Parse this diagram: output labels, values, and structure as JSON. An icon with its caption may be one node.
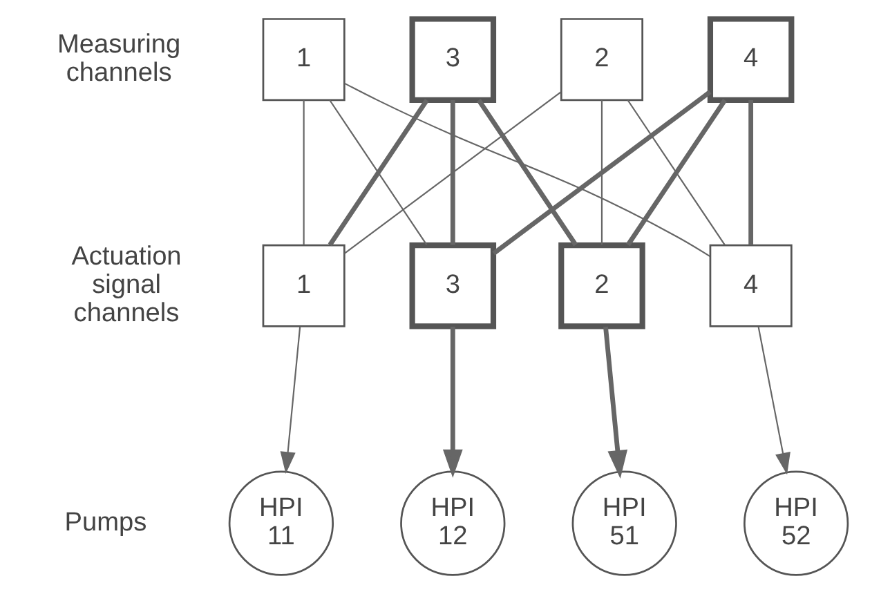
{
  "diagram": {
    "nodes": [
      {
        "text": [
          "1"
        ]
      },
      {
        "text": [
          "3"
        ]
      },
      {
        "text": [
          "2"
        ]
      },
      {
        "text": [
          "4"
        ]
      },
      {
        "text": [
          "1"
        ]
      },
      {
        "text": [
          "3"
        ]
      },
      {
        "text": [
          "2"
        ]
      },
      {
        "text": [
          "4"
        ]
      },
      {
        "text": [
          "HPI 11"
        ]
      },
      {
        "text": [
          "HPI 12"
        ]
      },
      {
        "text": [
          "HPI 51"
        ]
      },
      {
        "text": [
          "HPI 52"
        ]
      }
    ],
    "edges": [
      {
        "from": 0,
        "to": 4,
        "arrow": "none"
      },
      {
        "from": 0,
        "to": 5,
        "arrow": "none"
      },
      {
        "from": 0,
        "to": 7,
        "arrow": "none"
      },
      {
        "from": 1,
        "to": 4,
        "arrow": "none",
        "style": "thick"
      },
      {
        "from": 1,
        "to": 5,
        "arrow": "none",
        "style": "thick"
      },
      {
        "from": 1,
        "to": 6,
        "arrow": "none",
        "style": "thick"
      },
      {
        "from": 2,
        "to": 4,
        "arrow": "none"
      },
      {
        "from": 2,
        "to": 6,
        "arrow": "none"
      },
      {
        "from": 2,
        "to": 7,
        "arrow": "none"
      },
      {
        "from": 3,
        "to": 5,
        "arrow": "none",
        "style": "thick"
      },
      {
        "from": 3,
        "to": 6,
        "arrow": "none",
        "style": "thick"
      },
      {
        "from": 3,
        "to": 7,
        "arrow": "none",
        "style": "thick"
      },
      {
        "from": 4,
        "to": 8,
        "arrow": "to"
      },
      {
        "from": 5,
        "to": 9,
        "arrow": "to",
        "style": "thick"
      },
      {
        "from": 6,
        "to": 10,
        "arrow": "to",
        "style": "thick"
      },
      {
        "from": 7,
        "to": 11,
        "arrow": "to"
      }
    ],
    "labels": [
      "Measuring channels",
      "Actuation signal channels",
      "Pumps"
    ]
  }
}
